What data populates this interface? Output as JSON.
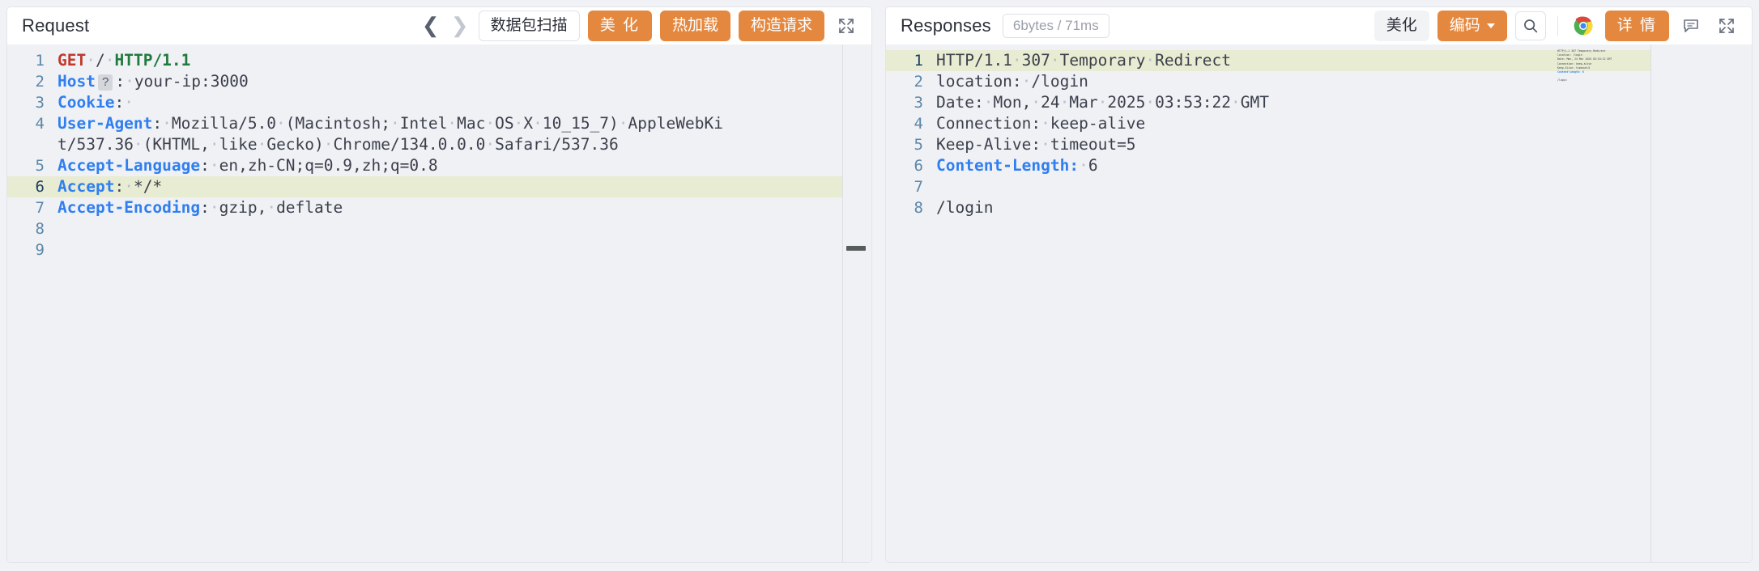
{
  "request_panel": {
    "title": "Request",
    "nav": {
      "prev_icon": "chevron-left-icon",
      "next_icon": "chevron-right-icon"
    },
    "buttons": {
      "scan": "数据包扫描",
      "beautify": "美 化",
      "hot_reload": "热加载",
      "build_request": "构造请求"
    },
    "expand_icon": "expand-icon",
    "lines": [
      {
        "n": "1",
        "segments": [
          {
            "t": "GET",
            "c": "kw-method"
          },
          {
            "t": "·",
            "c": "dot"
          },
          {
            "t": "/",
            "c": "val"
          },
          {
            "t": "·",
            "c": "dot"
          },
          {
            "t": "HTTP/1.1",
            "c": "kw-proto"
          }
        ]
      },
      {
        "n": "2",
        "badge": "?",
        "segments": [
          {
            "t": "Host",
            "c": "kw-hdr"
          },
          {
            "t": "BADGE",
            "c": "badge"
          },
          {
            "t": ":",
            "c": "val"
          },
          {
            "t": "·",
            "c": "dot"
          },
          {
            "t": "your-ip:3000",
            "c": "val"
          }
        ]
      },
      {
        "n": "3",
        "segments": [
          {
            "t": "Cookie",
            "c": "kw-hdr"
          },
          {
            "t": ":",
            "c": "val"
          },
          {
            "t": "·",
            "c": "dot"
          }
        ]
      },
      {
        "n": "4",
        "segments": [
          {
            "t": "User-Agent",
            "c": "kw-hdr"
          },
          {
            "t": ":",
            "c": "val"
          },
          {
            "t": "·",
            "c": "dot"
          },
          {
            "t": "Mozilla/5.0",
            "c": "val"
          },
          {
            "t": "·",
            "c": "dot"
          },
          {
            "t": "(Macintosh;",
            "c": "val"
          },
          {
            "t": "·",
            "c": "dot"
          },
          {
            "t": "Intel",
            "c": "val"
          },
          {
            "t": "·",
            "c": "dot"
          },
          {
            "t": "Mac",
            "c": "val"
          },
          {
            "t": "·",
            "c": "dot"
          },
          {
            "t": "OS",
            "c": "val"
          },
          {
            "t": "·",
            "c": "dot"
          },
          {
            "t": "X",
            "c": "val"
          },
          {
            "t": "·",
            "c": "dot"
          },
          {
            "t": "10_15_7)",
            "c": "val"
          },
          {
            "t": "·",
            "c": "dot"
          },
          {
            "t": "AppleWebKit/537.36",
            "c": "val"
          },
          {
            "t": "·",
            "c": "dot"
          },
          {
            "t": "(KHTML,",
            "c": "val"
          },
          {
            "t": "·",
            "c": "dot"
          },
          {
            "t": "like",
            "c": "val"
          },
          {
            "t": "·",
            "c": "dot"
          },
          {
            "t": "Gecko)",
            "c": "val"
          },
          {
            "t": "·",
            "c": "dot"
          },
          {
            "t": "Chrome/134.0.0.0",
            "c": "val"
          },
          {
            "t": "·",
            "c": "dot"
          },
          {
            "t": "Safari/537.36",
            "c": "val"
          }
        ]
      },
      {
        "n": "5",
        "segments": [
          {
            "t": "Accept-Language",
            "c": "kw-hdr"
          },
          {
            "t": ":",
            "c": "val"
          },
          {
            "t": "·",
            "c": "dot"
          },
          {
            "t": "en,zh-CN;q=0.9,zh;q=0.8",
            "c": "val"
          }
        ]
      },
      {
        "n": "6",
        "highlight": true,
        "segments": [
          {
            "t": "Accept",
            "c": "kw-hdr"
          },
          {
            "t": ":",
            "c": "val"
          },
          {
            "t": "·",
            "c": "dot"
          },
          {
            "t": "*/*",
            "c": "val"
          }
        ]
      },
      {
        "n": "7",
        "segments": [
          {
            "t": "Accept-Encoding",
            "c": "kw-hdr"
          },
          {
            "t": ":",
            "c": "val"
          },
          {
            "t": "·",
            "c": "dot"
          },
          {
            "t": "gzip,",
            "c": "val"
          },
          {
            "t": "·",
            "c": "dot"
          },
          {
            "t": "deflate",
            "c": "val"
          }
        ]
      },
      {
        "n": "8",
        "segments": []
      },
      {
        "n": "9",
        "segments": []
      }
    ]
  },
  "responses_panel": {
    "title": "Responses",
    "meta": "6bytes / 71ms",
    "buttons": {
      "beautify": "美化",
      "encode": "编码",
      "detail": "详 情"
    },
    "icons": {
      "search": "search-icon",
      "browser": "chrome-icon",
      "comment": "comment-icon",
      "expand": "expand-icon",
      "encode_caret": "chevron-down-icon"
    },
    "lines": [
      {
        "n": "1",
        "highlight": true,
        "segments": [
          {
            "t": "HTTP/1.1",
            "c": "val"
          },
          {
            "t": "·",
            "c": "dot"
          },
          {
            "t": "307",
            "c": "val"
          },
          {
            "t": "·",
            "c": "dot"
          },
          {
            "t": "Temporary",
            "c": "val"
          },
          {
            "t": "·",
            "c": "dot"
          },
          {
            "t": "Redirect",
            "c": "val"
          }
        ]
      },
      {
        "n": "2",
        "segments": [
          {
            "t": "location:",
            "c": "val"
          },
          {
            "t": "·",
            "c": "dot"
          },
          {
            "t": "/login",
            "c": "val"
          }
        ]
      },
      {
        "n": "3",
        "segments": [
          {
            "t": "Date:",
            "c": "val"
          },
          {
            "t": "·",
            "c": "dot"
          },
          {
            "t": "Mon,",
            "c": "val"
          },
          {
            "t": "·",
            "c": "dot"
          },
          {
            "t": "24",
            "c": "val"
          },
          {
            "t": "·",
            "c": "dot"
          },
          {
            "t": "Mar",
            "c": "val"
          },
          {
            "t": "·",
            "c": "dot"
          },
          {
            "t": "2025",
            "c": "val"
          },
          {
            "t": "·",
            "c": "dot"
          },
          {
            "t": "03:53:22",
            "c": "val"
          },
          {
            "t": "·",
            "c": "dot"
          },
          {
            "t": "GMT",
            "c": "val"
          }
        ]
      },
      {
        "n": "4",
        "segments": [
          {
            "t": "Connection:",
            "c": "val"
          },
          {
            "t": "·",
            "c": "dot"
          },
          {
            "t": "keep-alive",
            "c": "val"
          }
        ]
      },
      {
        "n": "5",
        "segments": [
          {
            "t": "Keep-Alive:",
            "c": "val"
          },
          {
            "t": "·",
            "c": "dot"
          },
          {
            "t": "timeout=5",
            "c": "val"
          }
        ]
      },
      {
        "n": "6",
        "segments": [
          {
            "t": "Content-Length:",
            "c": "kw-hdr"
          },
          {
            "t": "·",
            "c": "dot"
          },
          {
            "t": "6",
            "c": "val"
          }
        ]
      },
      {
        "n": "7",
        "segments": []
      },
      {
        "n": "8",
        "segments": [
          {
            "t": "/login",
            "c": "val"
          }
        ]
      }
    ],
    "minimap_lines": [
      {
        "t": "HTTP/1.1 307 Temporary Redirect",
        "c": "m-hl"
      },
      {
        "t": "location: /login",
        "c": "m-hl"
      },
      {
        "t": "Date: Mon, 24 Mar 2025 03:53:22 GMT",
        "c": "m-hl"
      },
      {
        "t": "Connection: keep-alive",
        "c": "m-hl"
      },
      {
        "t": "Keep-Alive: timeout=5",
        "c": "m-hl"
      },
      {
        "t": "Content-Length: 6",
        "c": "m-blue"
      },
      {
        "t": "",
        "c": "m-gap"
      },
      {
        "t": "/login",
        "c": "m-hl"
      }
    ]
  },
  "colors": {
    "accent": "#e5883f",
    "editor_bg": "#f0f1f5",
    "highlight": "#e8ecd2",
    "header_blue": "#2f7ff0",
    "method_red": "#c0392b",
    "proto_green": "#1f7a3d",
    "gutter_blue": "#5b87a8"
  }
}
